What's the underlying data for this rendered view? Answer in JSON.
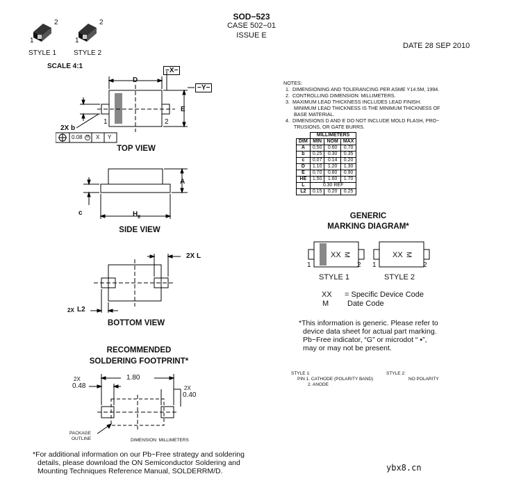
{
  "header": {
    "title": "SOD−523",
    "case": "CASE 502−01",
    "issue": "ISSUE E",
    "date": "DATE 28 SEP 2010"
  },
  "styles": {
    "style1": "STYLE 1",
    "style2": "STYLE 2",
    "pin1": "1",
    "pin2": "2"
  },
  "scale": "SCALE 4:1",
  "top_view": {
    "caption": "TOP VIEW",
    "dim_d": "D",
    "datum_x": "−X−",
    "datum_y": "−Y−",
    "dim_e": "E",
    "b_label": "2X b",
    "tol": "0.08",
    "tol_m": "M",
    "fx": "X",
    "fy": "Y",
    "p1": "1",
    "p2": "2"
  },
  "side_view": {
    "caption": "SIDE VIEW",
    "dim_a": "A",
    "dim_c": "c",
    "dim_he": "H",
    "he_sub": "E"
  },
  "bottom_view": {
    "caption": "BOTTOM VIEW",
    "dim_l": "2X  L",
    "dim_l2a": "2X",
    "dim_l2b": "L2"
  },
  "footprint": {
    "caption1": "RECOMMENDED",
    "caption2": "SOLDERING FOOTPRINT*",
    "w": "1.80",
    "left_2x": "2X",
    "left_val": "0.48",
    "right_2x": "2X",
    "right_val": "0.40",
    "package": "PACKAGE",
    "outline": "OUTLINE",
    "units": "DIMENSION: MILLIMETERS"
  },
  "notes": {
    "heading": "NOTES:",
    "lines": [
      "1.  DIMENSIONING AND TOLERANCING PER ASME Y14.5M, 1994.",
      "2.  CONTROLLING DIMENSION: MILLIMETERS.",
      "3.  MAXIMUM LEAD THICKNESS INCLUDES LEAD FINISH.",
      "      MINIMUM LEAD THICKNESS IS THE MINIMUM THICKNESS OF",
      "      BASE MATERIAL.",
      "4.  DIMENSIONS D AND E DO NOT INCLUDE MOLD FLASH, PRO−",
      "      TRUSIONS, OR GATE BURRS."
    ]
  },
  "table": {
    "group": "MILLIMETERS",
    "headers": [
      "DIM",
      "MIN",
      "NOM",
      "MAX"
    ],
    "rows": [
      [
        "A",
        "0.50",
        "0.60",
        "0.70"
      ],
      [
        "b",
        "0.25",
        "0.30",
        "0.35"
      ],
      [
        "c",
        "0.07",
        "0.14",
        "0.20"
      ],
      [
        "D",
        "1.10",
        "1.20",
        "1.30"
      ],
      [
        "E",
        "0.70",
        "0.80",
        "0.90"
      ],
      [
        "HE",
        "1.50",
        "1.60",
        "1.70"
      ],
      [
        "L",
        "0.30 REF"
      ],
      [
        "L2",
        "0.15",
        "0.20",
        "0.25"
      ]
    ]
  },
  "marking": {
    "title1": "GENERIC",
    "title2": "MARKING DIAGRAM*",
    "code": "XX",
    "m": "M",
    "p1": "1",
    "p2": "2",
    "s1": "STYLE 1",
    "s2": "STYLE 2",
    "legend": [
      [
        "XX",
        "= Specific Device Code"
      ],
      [
        "M",
        "Date Code"
      ]
    ],
    "note": [
      "*This information is generic. Please refer to",
      "device data sheet for actual part marking.",
      "Pb−Free indicator, “G” or microdot “ ▪”,",
      "may or may not be present."
    ]
  },
  "style_text": {
    "s1": "STYLE 1:",
    "pin1": "PIN 1.  CATHODE (POLARITY BAND)",
    "pin2": "2.  ANODE",
    "s2": "STYLE 2:",
    "nopol": "NO POLARITY"
  },
  "footer": [
    "*For additional information on our Pb−Free strategy and soldering",
    "details, please download the ON Semiconductor Soldering and",
    "Mounting Techniques Reference Manual, SOLDERRM/D."
  ],
  "watermark": "ybx8.cn"
}
